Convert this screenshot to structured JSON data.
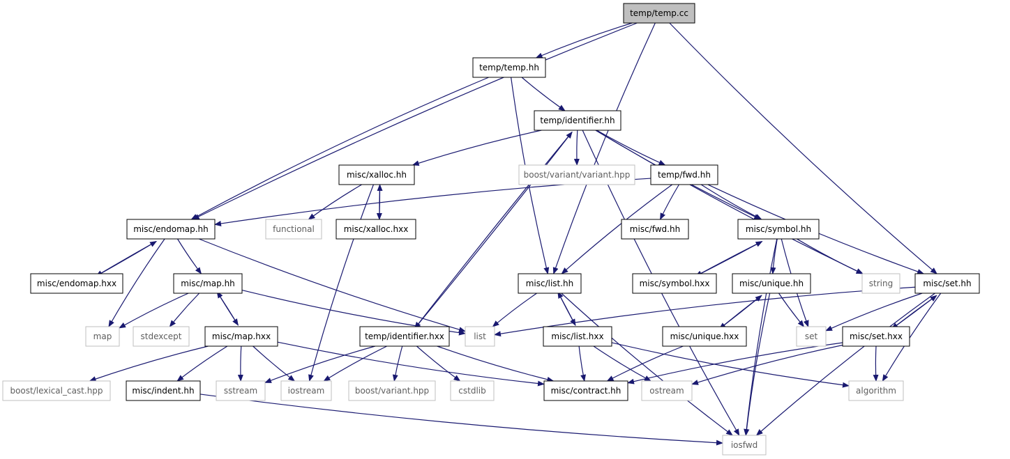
{
  "colors": {
    "edge": "#191970",
    "root_fill": "#bfbfbf",
    "local_border": "#000000",
    "system_border": "#bfbfbf",
    "system_text": "#5e5e5e"
  },
  "nodes": [
    {
      "id": "temp_cc",
      "label": "temp/temp.cc",
      "kind": "root"
    },
    {
      "id": "temp_hh",
      "label": "temp/temp.hh",
      "kind": "local"
    },
    {
      "id": "identifier_hh",
      "label": "temp/identifier.hh",
      "kind": "local"
    },
    {
      "id": "xalloc_hh",
      "label": "misc/xalloc.hh",
      "kind": "local"
    },
    {
      "id": "variant_variant",
      "label": "boost/variant/variant.hpp",
      "kind": "system"
    },
    {
      "id": "fwd_hh",
      "label": "temp/fwd.hh",
      "kind": "local"
    },
    {
      "id": "endomap_hh",
      "label": "misc/endomap.hh",
      "kind": "local"
    },
    {
      "id": "functional",
      "label": "functional",
      "kind": "system"
    },
    {
      "id": "xalloc_hxx",
      "label": "misc/xalloc.hxx",
      "kind": "local"
    },
    {
      "id": "misc_fwd",
      "label": "misc/fwd.hh",
      "kind": "local"
    },
    {
      "id": "symbol_hh",
      "label": "misc/symbol.hh",
      "kind": "local"
    },
    {
      "id": "endomap_hxx",
      "label": "misc/endomap.hxx",
      "kind": "local"
    },
    {
      "id": "map_hh",
      "label": "misc/map.hh",
      "kind": "local"
    },
    {
      "id": "list_hh",
      "label": "misc/list.hh",
      "kind": "local"
    },
    {
      "id": "symbol_hxx",
      "label": "misc/symbol.hxx",
      "kind": "local"
    },
    {
      "id": "unique_hh",
      "label": "misc/unique.hh",
      "kind": "local"
    },
    {
      "id": "string",
      "label": "string",
      "kind": "system"
    },
    {
      "id": "set_hh",
      "label": "misc/set.hh",
      "kind": "local"
    },
    {
      "id": "map",
      "label": "map",
      "kind": "system"
    },
    {
      "id": "stdexcept",
      "label": "stdexcept",
      "kind": "system"
    },
    {
      "id": "map_hxx",
      "label": "misc/map.hxx",
      "kind": "local"
    },
    {
      "id": "identifier_hxx",
      "label": "temp/identifier.hxx",
      "kind": "local"
    },
    {
      "id": "list",
      "label": "list",
      "kind": "system"
    },
    {
      "id": "list_hxx",
      "label": "misc/list.hxx",
      "kind": "local"
    },
    {
      "id": "unique_hxx",
      "label": "misc/unique.hxx",
      "kind": "local"
    },
    {
      "id": "set",
      "label": "set",
      "kind": "system"
    },
    {
      "id": "set_hxx",
      "label": "misc/set.hxx",
      "kind": "local"
    },
    {
      "id": "lexical_cast",
      "label": "boost/lexical_cast.hpp",
      "kind": "system"
    },
    {
      "id": "indent_hh",
      "label": "misc/indent.hh",
      "kind": "local"
    },
    {
      "id": "sstream",
      "label": "sstream",
      "kind": "system"
    },
    {
      "id": "iostream",
      "label": "iostream",
      "kind": "system"
    },
    {
      "id": "variant_hpp",
      "label": "boost/variant.hpp",
      "kind": "system"
    },
    {
      "id": "cstdlib",
      "label": "cstdlib",
      "kind": "system"
    },
    {
      "id": "contract_hh",
      "label": "misc/contract.hh",
      "kind": "local"
    },
    {
      "id": "ostream",
      "label": "ostream",
      "kind": "system"
    },
    {
      "id": "algorithm",
      "label": "algorithm",
      "kind": "system"
    },
    {
      "id": "iosfwd",
      "label": "iosfwd",
      "kind": "system"
    }
  ],
  "edges": [
    [
      "temp_cc",
      "temp_hh"
    ],
    [
      "temp_cc",
      "endomap_hh"
    ],
    [
      "temp_cc",
      "list_hh"
    ],
    [
      "temp_cc",
      "set_hh"
    ],
    [
      "temp_hh",
      "identifier_hh"
    ],
    [
      "temp_hh",
      "endomap_hh"
    ],
    [
      "temp_hh",
      "list_hh"
    ],
    [
      "identifier_hh",
      "xalloc_hh"
    ],
    [
      "identifier_hh",
      "variant_variant"
    ],
    [
      "identifier_hh",
      "fwd_hh"
    ],
    [
      "identifier_hh",
      "symbol_hh"
    ],
    [
      "identifier_hh",
      "string"
    ],
    [
      "identifier_hh",
      "identifier_hxx"
    ],
    [
      "identifier_hh",
      "iosfwd"
    ],
    [
      "identifier_hxx",
      "identifier_hh"
    ],
    [
      "xalloc_hh",
      "functional"
    ],
    [
      "xalloc_hh",
      "xalloc_hxx"
    ],
    [
      "xalloc_hh",
      "iostream"
    ],
    [
      "xalloc_hxx",
      "xalloc_hh"
    ],
    [
      "fwd_hh",
      "endomap_hh"
    ],
    [
      "fwd_hh",
      "misc_fwd"
    ],
    [
      "fwd_hh",
      "symbol_hh"
    ],
    [
      "fwd_hh",
      "list_hh"
    ],
    [
      "fwd_hh",
      "set_hh"
    ],
    [
      "endomap_hh",
      "endomap_hxx"
    ],
    [
      "endomap_hxx",
      "endomap_hh"
    ],
    [
      "endomap_hh",
      "map_hh"
    ],
    [
      "endomap_hh",
      "map"
    ],
    [
      "endomap_hh",
      "list"
    ],
    [
      "symbol_hh",
      "symbol_hxx"
    ],
    [
      "symbol_hxx",
      "symbol_hh"
    ],
    [
      "symbol_hh",
      "unique_hh"
    ],
    [
      "symbol_hh",
      "string"
    ],
    [
      "symbol_hh",
      "set"
    ],
    [
      "symbol_hh",
      "iosfwd"
    ],
    [
      "map_hh",
      "map"
    ],
    [
      "map_hh",
      "stdexcept"
    ],
    [
      "map_hh",
      "map_hxx"
    ],
    [
      "map_hxx",
      "map_hh"
    ],
    [
      "map_hh",
      "list"
    ],
    [
      "list_hh",
      "list"
    ],
    [
      "list_hh",
      "list_hxx"
    ],
    [
      "list_hxx",
      "list_hh"
    ],
    [
      "list_hh",
      "iosfwd"
    ],
    [
      "unique_hh",
      "unique_hxx"
    ],
    [
      "unique_hxx",
      "unique_hh"
    ],
    [
      "unique_hh",
      "set"
    ],
    [
      "unique_hh",
      "iosfwd"
    ],
    [
      "set_hh",
      "list"
    ],
    [
      "set_hh",
      "set"
    ],
    [
      "set_hh",
      "set_hxx"
    ],
    [
      "set_hxx",
      "set_hh"
    ],
    [
      "set_hh",
      "algorithm"
    ],
    [
      "set_hh",
      "iosfwd"
    ],
    [
      "map_hxx",
      "lexical_cast"
    ],
    [
      "map_hxx",
      "indent_hh"
    ],
    [
      "map_hxx",
      "sstream"
    ],
    [
      "map_hxx",
      "iostream"
    ],
    [
      "map_hxx",
      "contract_hh"
    ],
    [
      "identifier_hxx",
      "sstream"
    ],
    [
      "identifier_hxx",
      "iostream"
    ],
    [
      "identifier_hxx",
      "variant_hpp"
    ],
    [
      "identifier_hxx",
      "cstdlib"
    ],
    [
      "identifier_hxx",
      "contract_hh"
    ],
    [
      "list_hxx",
      "contract_hh"
    ],
    [
      "list_hxx",
      "ostream"
    ],
    [
      "list_hxx",
      "algorithm"
    ],
    [
      "unique_hxx",
      "contract_hh"
    ],
    [
      "set_hxx",
      "contract_hh"
    ],
    [
      "set_hxx",
      "ostream"
    ],
    [
      "set_hxx",
      "algorithm"
    ],
    [
      "indent_hh",
      "iosfwd"
    ]
  ]
}
